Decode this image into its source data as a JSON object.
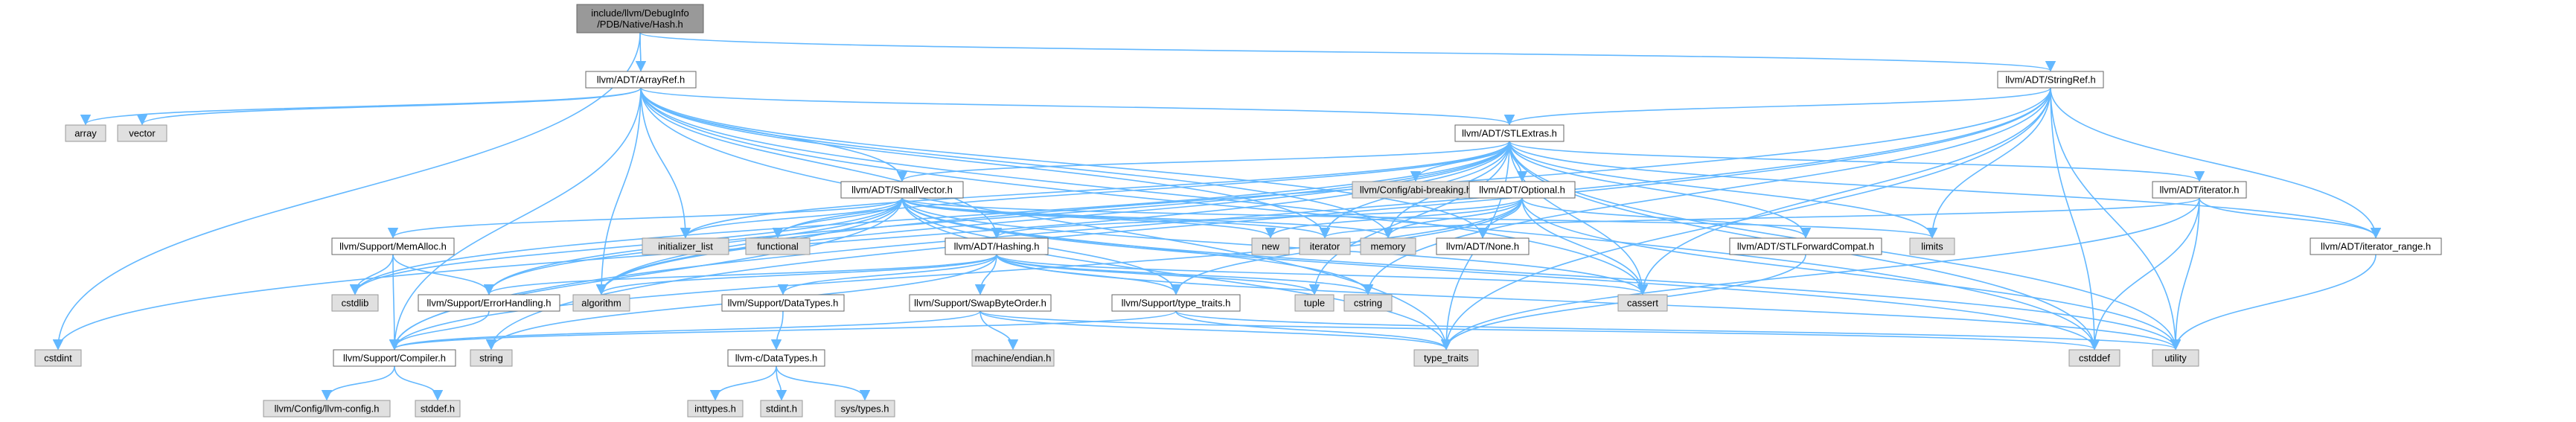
{
  "colors": {
    "edge": "#63b8ff",
    "root_fill": "#999999",
    "root_border": "#666666",
    "internal_fill": "#ffffff",
    "internal_border": "#666666",
    "external_fill": "#e0e0e0",
    "external_border": "#999999"
  },
  "nodes": [
    {
      "id": "hash",
      "kind": "root",
      "lines": [
        "include/llvm/DebugInfo",
        "/PDB/Native/Hash.h"
      ]
    },
    {
      "id": "arrayref",
      "kind": "internal",
      "lines": [
        "llvm/ADT/ArrayRef.h"
      ]
    },
    {
      "id": "stringref",
      "kind": "internal",
      "lines": [
        "llvm/ADT/StringRef.h"
      ]
    },
    {
      "id": "array",
      "kind": "external",
      "lines": [
        "array"
      ]
    },
    {
      "id": "vector",
      "kind": "external",
      "lines": [
        "vector"
      ]
    },
    {
      "id": "stlextras",
      "kind": "internal",
      "lines": [
        "llvm/ADT/STLExtras.h"
      ]
    },
    {
      "id": "abibreaking",
      "kind": "external",
      "lines": [
        "llvm/Config/abi-breaking.h"
      ]
    },
    {
      "id": "smallvector",
      "kind": "internal",
      "lines": [
        "llvm/ADT/SmallVector.h"
      ]
    },
    {
      "id": "optional",
      "kind": "internal",
      "lines": [
        "llvm/ADT/Optional.h"
      ]
    },
    {
      "id": "iteratorh",
      "kind": "internal",
      "lines": [
        "llvm/ADT/iterator.h"
      ]
    },
    {
      "id": "memalloc",
      "kind": "internal",
      "lines": [
        "llvm/Support/MemAlloc.h"
      ]
    },
    {
      "id": "initlist",
      "kind": "external",
      "lines": [
        "initializer_list"
      ]
    },
    {
      "id": "functional",
      "kind": "external",
      "lines": [
        "functional"
      ]
    },
    {
      "id": "hashing",
      "kind": "internal",
      "lines": [
        "llvm/ADT/Hashing.h"
      ]
    },
    {
      "id": "new",
      "kind": "external",
      "lines": [
        "new"
      ]
    },
    {
      "id": "iterator",
      "kind": "external",
      "lines": [
        "iterator"
      ]
    },
    {
      "id": "memory",
      "kind": "external",
      "lines": [
        "memory"
      ]
    },
    {
      "id": "none",
      "kind": "internal",
      "lines": [
        "llvm/ADT/None.h"
      ]
    },
    {
      "id": "stlfwd",
      "kind": "internal",
      "lines": [
        "llvm/ADT/STLForwardCompat.h"
      ]
    },
    {
      "id": "limits",
      "kind": "external",
      "lines": [
        "limits"
      ]
    },
    {
      "id": "iterrange",
      "kind": "internal",
      "lines": [
        "llvm/ADT/iterator_range.h"
      ]
    },
    {
      "id": "cstdlib",
      "kind": "external",
      "lines": [
        "cstdlib"
      ]
    },
    {
      "id": "errorhandling",
      "kind": "internal",
      "lines": [
        "llvm/Support/ErrorHandling.h"
      ]
    },
    {
      "id": "algorithm",
      "kind": "external",
      "lines": [
        "algorithm"
      ]
    },
    {
      "id": "datatypes",
      "kind": "internal",
      "lines": [
        "llvm/Support/DataTypes.h"
      ]
    },
    {
      "id": "swapbyte",
      "kind": "internal",
      "lines": [
        "llvm/Support/SwapByteOrder.h"
      ]
    },
    {
      "id": "typetraitsh",
      "kind": "internal",
      "lines": [
        "llvm/Support/type_traits.h"
      ]
    },
    {
      "id": "tuple",
      "kind": "external",
      "lines": [
        "tuple"
      ]
    },
    {
      "id": "cstring",
      "kind": "external",
      "lines": [
        "cstring"
      ]
    },
    {
      "id": "cassert",
      "kind": "external",
      "lines": [
        "cassert"
      ]
    },
    {
      "id": "cstdint",
      "kind": "external",
      "lines": [
        "cstdint"
      ]
    },
    {
      "id": "compiler",
      "kind": "internal",
      "lines": [
        "llvm/Support/Compiler.h"
      ]
    },
    {
      "id": "string",
      "kind": "external",
      "lines": [
        "string"
      ]
    },
    {
      "id": "llvmc",
      "kind": "internal",
      "lines": [
        "llvm-c/DataTypes.h"
      ]
    },
    {
      "id": "machineendian",
      "kind": "external",
      "lines": [
        "machine/endian.h"
      ]
    },
    {
      "id": "type_traits",
      "kind": "external",
      "lines": [
        "type_traits"
      ]
    },
    {
      "id": "cstddef",
      "kind": "external",
      "lines": [
        "cstddef"
      ]
    },
    {
      "id": "utility",
      "kind": "external",
      "lines": [
        "utility"
      ]
    },
    {
      "id": "llvmconfig",
      "kind": "external",
      "lines": [
        "llvm/Config/llvm-config.h"
      ]
    },
    {
      "id": "stddef",
      "kind": "external",
      "lines": [
        "stddef.h"
      ]
    },
    {
      "id": "inttypes",
      "kind": "external",
      "lines": [
        "inttypes.h"
      ]
    },
    {
      "id": "stdint",
      "kind": "external",
      "lines": [
        "stdint.h"
      ]
    },
    {
      "id": "systypes",
      "kind": "external",
      "lines": [
        "sys/types.h"
      ]
    }
  ],
  "edges": [
    [
      "hash",
      "arrayref"
    ],
    [
      "hash",
      "stringref"
    ],
    [
      "hash",
      "cstdint"
    ],
    [
      "arrayref",
      "array"
    ],
    [
      "arrayref",
      "vector"
    ],
    [
      "arrayref",
      "stlextras"
    ],
    [
      "arrayref",
      "smallvector"
    ],
    [
      "arrayref",
      "hashing"
    ],
    [
      "arrayref",
      "none"
    ],
    [
      "arrayref",
      "compiler"
    ],
    [
      "arrayref",
      "initlist"
    ],
    [
      "arrayref",
      "algorithm"
    ],
    [
      "arrayref",
      "cassert"
    ],
    [
      "arrayref",
      "cstddef"
    ],
    [
      "arrayref",
      "iterator"
    ],
    [
      "arrayref",
      "memory"
    ],
    [
      "arrayref",
      "type_traits"
    ],
    [
      "stringref",
      "stlextras"
    ],
    [
      "stringref",
      "iterrange"
    ],
    [
      "stringref",
      "compiler"
    ],
    [
      "stringref",
      "algorithm"
    ],
    [
      "stringref",
      "cassert"
    ],
    [
      "stringref",
      "cstddef"
    ],
    [
      "stringref",
      "cstring"
    ],
    [
      "stringref",
      "limits"
    ],
    [
      "stringref",
      "string"
    ],
    [
      "stringref",
      "type_traits"
    ],
    [
      "stringref",
      "utility"
    ],
    [
      "stlextras",
      "abibreaking"
    ],
    [
      "stlextras",
      "optional"
    ],
    [
      "stlextras",
      "iteratorh"
    ],
    [
      "stlextras",
      "iterrange"
    ],
    [
      "stlextras",
      "stlfwd"
    ],
    [
      "stlextras",
      "smallvector"
    ],
    [
      "stlextras",
      "errorhandling"
    ],
    [
      "stlextras",
      "algorithm"
    ],
    [
      "stlextras",
      "cassert"
    ],
    [
      "stlextras",
      "cstddef"
    ],
    [
      "stlextras",
      "cstdint"
    ],
    [
      "stlextras",
      "cstdlib"
    ],
    [
      "stlextras",
      "functional"
    ],
    [
      "stlextras",
      "initlist"
    ],
    [
      "stlextras",
      "iterator"
    ],
    [
      "stlextras",
      "limits"
    ],
    [
      "stlextras",
      "memory"
    ],
    [
      "stlextras",
      "tuple"
    ],
    [
      "stlextras",
      "type_traits"
    ],
    [
      "stlextras",
      "utility"
    ],
    [
      "smallvector",
      "compiler"
    ],
    [
      "smallvector",
      "memalloc"
    ],
    [
      "smallvector",
      "typetraitsh"
    ],
    [
      "smallvector",
      "algorithm"
    ],
    [
      "smallvector",
      "cassert"
    ],
    [
      "smallvector",
      "cstddef"
    ],
    [
      "smallvector",
      "cstdlib"
    ],
    [
      "smallvector",
      "cstring"
    ],
    [
      "smallvector",
      "functional"
    ],
    [
      "smallvector",
      "initlist"
    ],
    [
      "smallvector",
      "iterator"
    ],
    [
      "smallvector",
      "limits"
    ],
    [
      "smallvector",
      "memory"
    ],
    [
      "smallvector",
      "new"
    ],
    [
      "smallvector",
      "type_traits"
    ],
    [
      "smallvector",
      "utility"
    ],
    [
      "smallvector",
      "errorhandling"
    ],
    [
      "optional",
      "hashing"
    ],
    [
      "optional",
      "none"
    ],
    [
      "optional",
      "stlfwd"
    ],
    [
      "optional",
      "compiler"
    ],
    [
      "optional",
      "typetraitsh"
    ],
    [
      "optional",
      "cassert"
    ],
    [
      "optional",
      "memory"
    ],
    [
      "optional",
      "new"
    ],
    [
      "optional",
      "utility"
    ],
    [
      "iteratorh",
      "iterrange"
    ],
    [
      "iteratorh",
      "cstddef"
    ],
    [
      "iteratorh",
      "iterator"
    ],
    [
      "iteratorh",
      "type_traits"
    ],
    [
      "iteratorh",
      "utility"
    ],
    [
      "memalloc",
      "compiler"
    ],
    [
      "memalloc",
      "errorhandling"
    ],
    [
      "memalloc",
      "cstdlib"
    ],
    [
      "hashing",
      "datatypes"
    ],
    [
      "hashing",
      "errorhandling"
    ],
    [
      "hashing",
      "swapbyte"
    ],
    [
      "hashing",
      "typetraitsh"
    ],
    [
      "hashing",
      "algorithm"
    ],
    [
      "hashing",
      "cassert"
    ],
    [
      "hashing",
      "cstring"
    ],
    [
      "hashing",
      "string"
    ],
    [
      "hashing",
      "tuple"
    ],
    [
      "hashing",
      "utility"
    ],
    [
      "stlfwd",
      "type_traits"
    ],
    [
      "iterrange",
      "utility"
    ],
    [
      "errorhandling",
      "compiler"
    ],
    [
      "datatypes",
      "llvmc"
    ],
    [
      "swapbyte",
      "compiler"
    ],
    [
      "swapbyte",
      "machineendian"
    ],
    [
      "swapbyte",
      "cstddef"
    ],
    [
      "swapbyte",
      "type_traits"
    ],
    [
      "typetraitsh",
      "compiler"
    ],
    [
      "typetraitsh",
      "type_traits"
    ],
    [
      "typetraitsh",
      "utility"
    ],
    [
      "compiler",
      "llvmconfig"
    ],
    [
      "compiler",
      "stddef"
    ],
    [
      "llvmc",
      "inttypes"
    ],
    [
      "llvmc",
      "stdint"
    ],
    [
      "llvmc",
      "systypes"
    ]
  ]
}
